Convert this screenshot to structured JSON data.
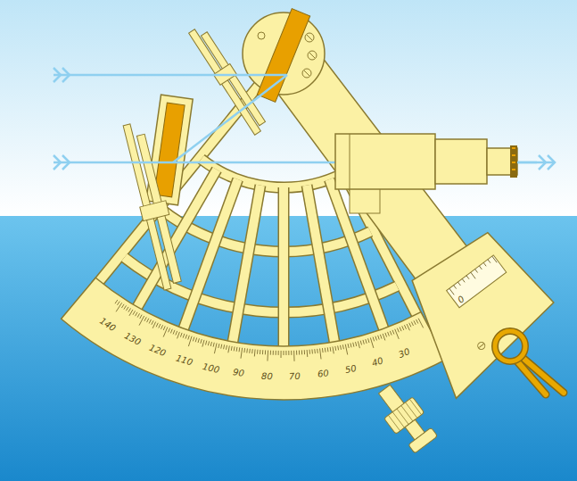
{
  "diagram": {
    "labels": [
      "140",
      "130",
      "120",
      "110",
      "100",
      "90",
      "80",
      "70",
      "60",
      "50",
      "40",
      "30",
      "0"
    ]
  }
}
